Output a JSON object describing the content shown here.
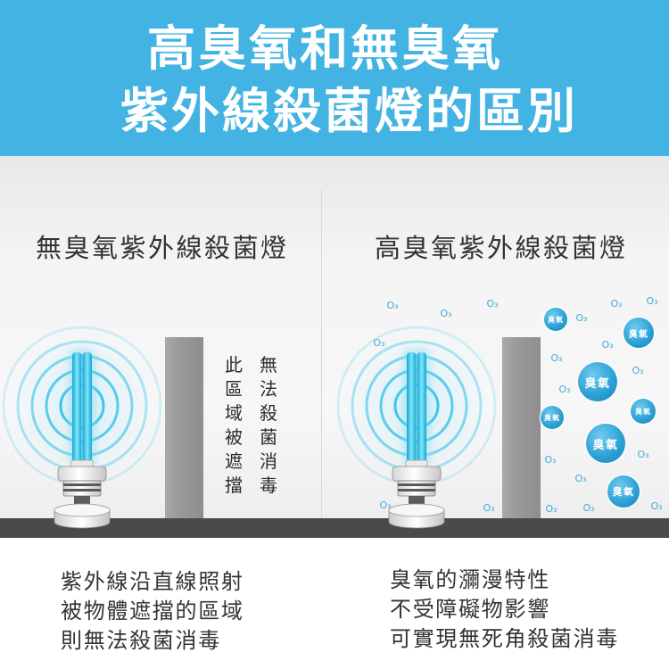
{
  "banner": {
    "title_line1": "高臭氧和無臭氧",
    "title_line2": "紫外線殺菌燈的區別"
  },
  "left_panel": {
    "heading": "無臭氧紫外線殺菌燈",
    "blocked_area_note": [
      "此區域被遮擋",
      "無法殺菌消毒"
    ],
    "caption": [
      "紫外線沿直線照射",
      "被物體遮擋的區域",
      "則無法殺菌消毒"
    ]
  },
  "right_panel": {
    "heading": "高臭氧紫外線殺菌燈",
    "ozone_bubble_label": "臭氧",
    "o3_molecule_label": "O₃",
    "caption": [
      "臭氧的瀰漫特性",
      "不受障礙物影響",
      "可實現無死角殺菌消毒"
    ]
  },
  "icons": {
    "lamp": "uv-lamp-icon",
    "waves": "uv-wave-icon",
    "obstacle": "obstacle-wall-icon",
    "ozone": "ozone-bubble-icon",
    "molecule": "o3-molecule-icon"
  },
  "colors": {
    "banner": "#42b3e2",
    "title_text": "#ffffff",
    "body_text": "#333333",
    "uv_light": "#33c3ea",
    "ozone_bubble": "#2a9ed3",
    "o3_molecule": "#3fa9dc",
    "obstacle_wall": "#9a9a9a",
    "ground": "#4a4a4a"
  }
}
